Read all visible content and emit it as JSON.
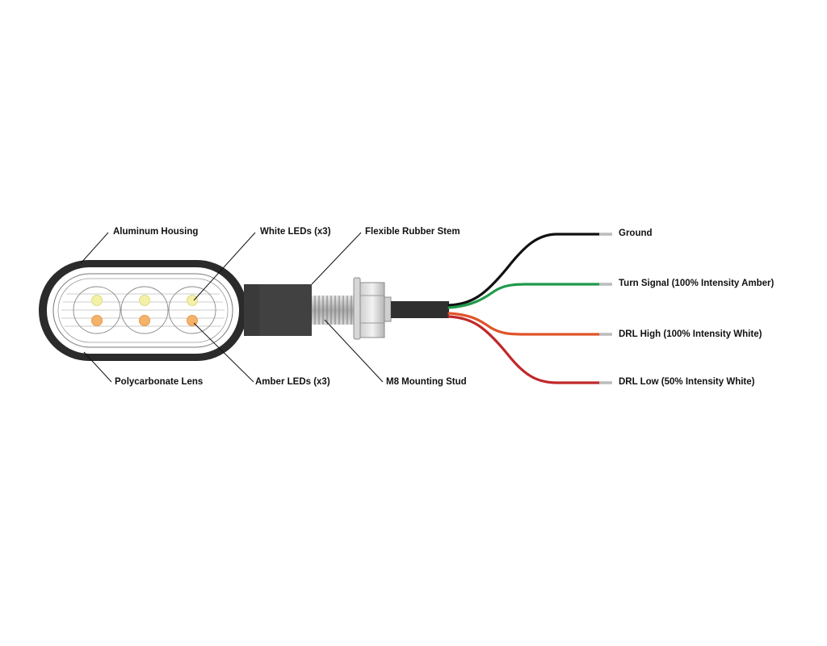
{
  "labels": {
    "aluminum_housing": "Aluminum Housing",
    "white_leds": "White LEDs (x3)",
    "flexible_rubber_stem": "Flexible Rubber Stem",
    "polycarbonate_lens": "Polycarbonate Lens",
    "amber_leds": "Amber LEDs (x3)",
    "m8_mounting_stud": "M8 Mounting Stud"
  },
  "wires": [
    {
      "label": "Ground",
      "color": "#111111"
    },
    {
      "label": "Turn Signal (100% Intensity Amber)",
      "color": "#1e9a4a"
    },
    {
      "label": "DRL High (100% Intensity White)",
      "color": "#e0542a"
    },
    {
      "label": "DRL Low (50% Intensity White)",
      "color": "#c0282a"
    }
  ],
  "colors": {
    "housing": "#2b2b2b",
    "white_led": "#f3f0a8",
    "amber_led": "#f4b36a",
    "stud": "#bdbdbd"
  }
}
